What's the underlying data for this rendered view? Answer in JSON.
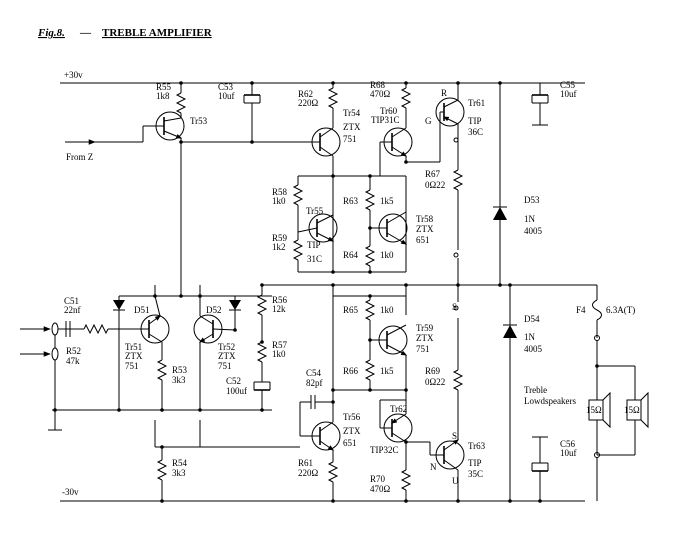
{
  "title": {
    "fig": "Fig.8.",
    "dash": "—",
    "name": "TREBLE AMPLIFIER"
  },
  "rails": {
    "pos": "+30v",
    "neg": "-30v"
  },
  "input_label": "From Z",
  "components": {
    "R55": [
      "R55",
      "1k8"
    ],
    "Tr53": [
      "Tr53"
    ],
    "C53": [
      "C53",
      "10uf"
    ],
    "R62": [
      "R62",
      "220Ω"
    ],
    "Tr54": [
      "Tr54",
      "ZTX",
      "751"
    ],
    "R68": [
      "R68",
      "470Ω"
    ],
    "Tr60": [
      "Tr60",
      "TIP31C"
    ],
    "Tr61": [
      "Tr61",
      "TIP",
      "36C"
    ],
    "C55": [
      "C55",
      "10uf"
    ],
    "R67": [
      "R67",
      "0Ω22"
    ],
    "R58": [
      "R58",
      "1k0"
    ],
    "R59": [
      "R59",
      "1k2"
    ],
    "Tr55": [
      "Tr55",
      "TIP",
      "31C"
    ],
    "R63": [
      "R63",
      "1k5"
    ],
    "R64": [
      "R64",
      "1k0"
    ],
    "Tr58": [
      "Tr58",
      "ZTX",
      "651"
    ],
    "D53": [
      "D53",
      "1N",
      "4005"
    ],
    "C51": [
      "C51",
      "22nf"
    ],
    "R52": [
      "R52",
      "47k"
    ],
    "D51": [
      "D51"
    ],
    "D52": [
      "D52"
    ],
    "Tr51": [
      "Tr51",
      "ZTX",
      "751"
    ],
    "Tr52": [
      "Tr52",
      "ZTX",
      "751"
    ],
    "R53": [
      "R53",
      "3k3"
    ],
    "R56": [
      "R56",
      "12k"
    ],
    "R57": [
      "R57",
      "1k0"
    ],
    "C52": [
      "C52",
      "100uf"
    ],
    "R65": [
      "R65",
      "1k0"
    ],
    "R66": [
      "R66",
      "1k5"
    ],
    "Tr59": [
      "Tr59",
      "ZTX",
      "751"
    ],
    "R69": [
      "R69",
      "0Ω22"
    ],
    "D54": [
      "D54",
      "1N",
      "4005"
    ],
    "F4": [
      "F4",
      "6.3A(T)"
    ],
    "C54": [
      "C54",
      "82pf"
    ],
    "Tr56": [
      "Tr56",
      "ZTX",
      "651"
    ],
    "Tr62": [
      "Tr62",
      "TIP32C"
    ],
    "Tr63": [
      "Tr63",
      "TIP",
      "35C"
    ],
    "R54": [
      "R54",
      "3k3"
    ],
    "R61": [
      "R61",
      "220Ω"
    ],
    "R70": [
      "R70",
      "470Ω"
    ],
    "C56": [
      "C56",
      "10uf"
    ]
  },
  "pin_labels": {
    "R": "R",
    "G": "G",
    "S": "S",
    "N": "N",
    "U": "U"
  },
  "speakers": {
    "label1": "Treble",
    "label2": "Lowdspeakers",
    "spk1": "15Ω",
    "spk2": "15Ω"
  }
}
